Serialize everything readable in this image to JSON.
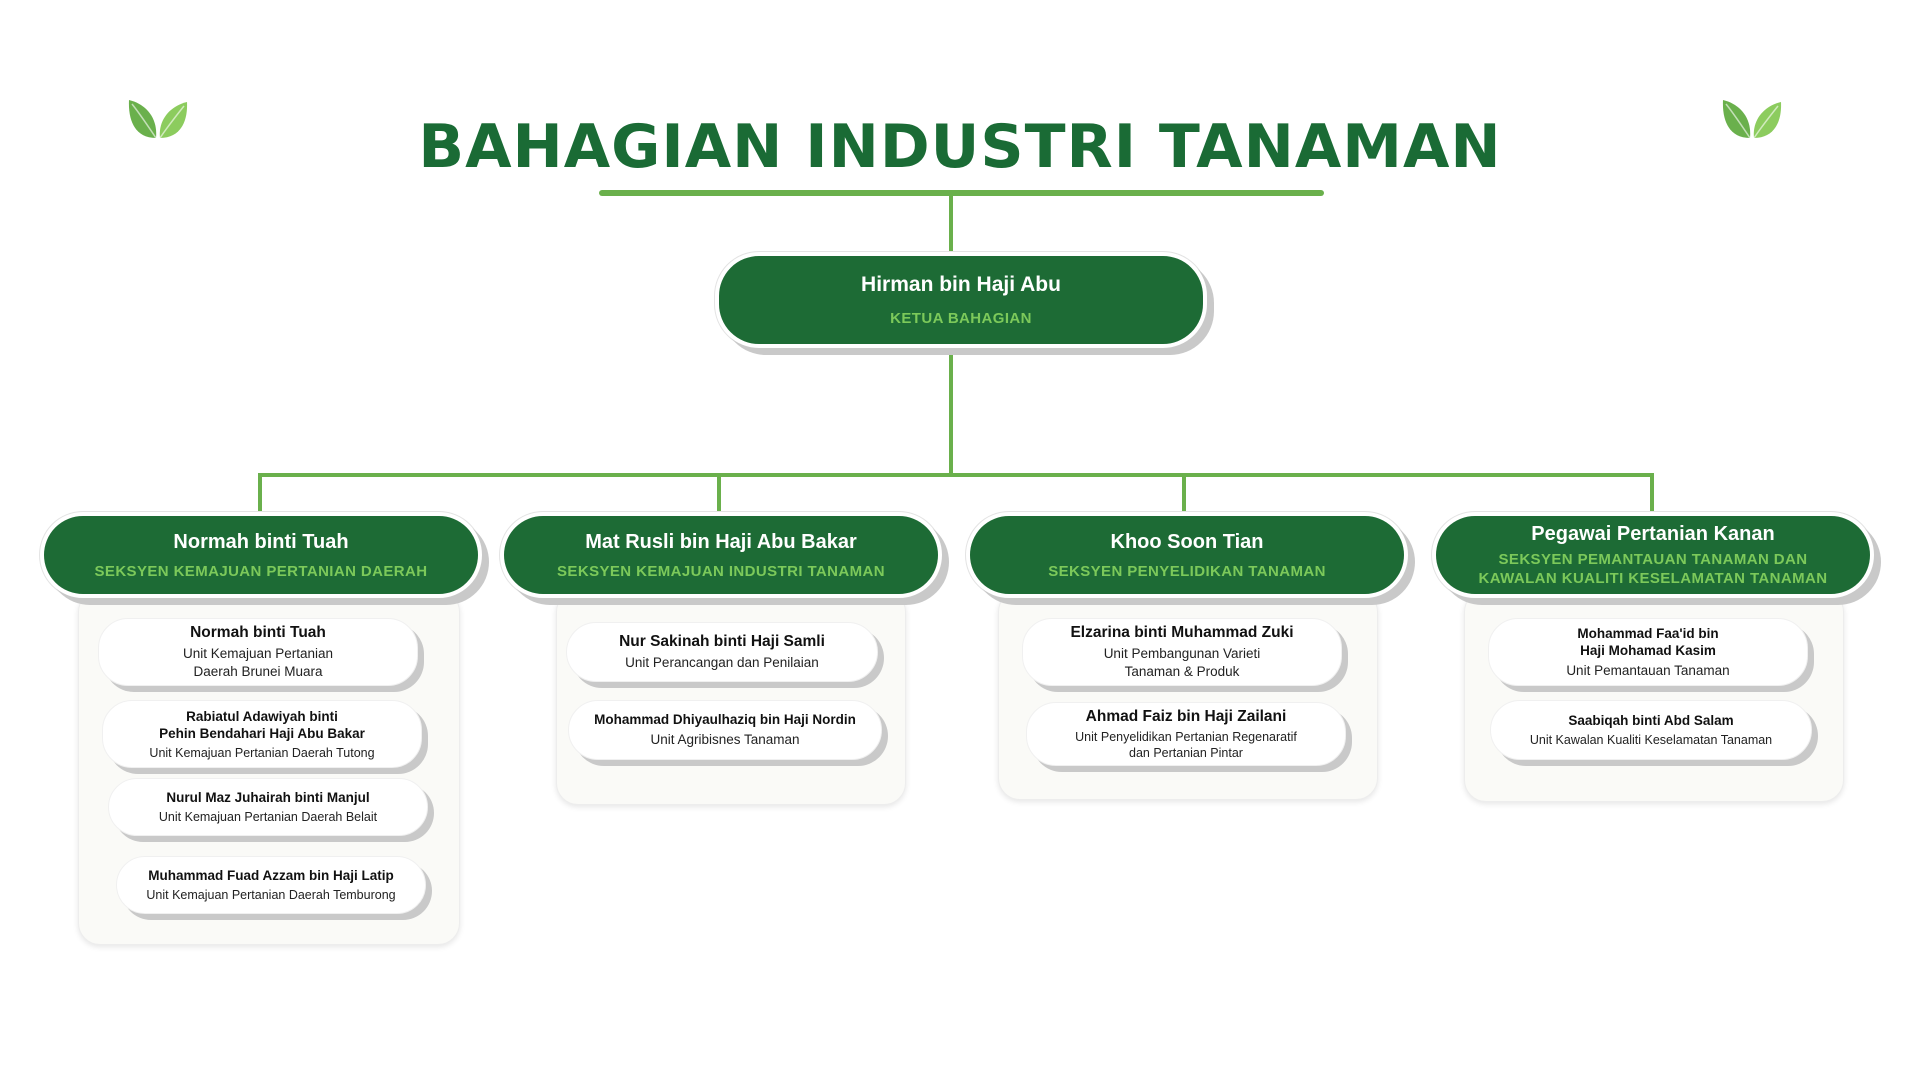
{
  "title": "BAHAGIAN INDUSTRI TANAMAN",
  "colors": {
    "primary_green": "#1d6b35",
    "accent_green": "#6ab04c",
    "role_green": "#7cc95a"
  },
  "icons": [
    "leaf-icon",
    "leaf-icon"
  ],
  "head": {
    "name": "Hirman bin Haji Abu",
    "role": "KETUA BAHAGIAN"
  },
  "sections": [
    {
      "name": "Normah binti Tuah",
      "role": "SEKSYEN KEMAJUAN PERTANIAN DAERAH",
      "members": [
        {
          "name": "Normah binti Tuah",
          "unit": "Unit Kemajuan Pertanian\nDaerah Brunei Muara"
        },
        {
          "name": "Rabiatul Adawiyah binti\nPehin Bendahari Haji Abu Bakar",
          "unit": "Unit Kemajuan Pertanian Daerah Tutong"
        },
        {
          "name": "Nurul Maz Juhairah binti Manjul",
          "unit": "Unit Kemajuan Pertanian Daerah Belait"
        },
        {
          "name": "Muhammad Fuad Azzam bin Haji Latip",
          "unit": "Unit Kemajuan Pertanian Daerah Temburong"
        }
      ]
    },
    {
      "name": "Mat Rusli bin Haji Abu Bakar",
      "role": "SEKSYEN KEMAJUAN INDUSTRI TANAMAN",
      "members": [
        {
          "name": "Nur Sakinah binti Haji Samli",
          "unit": "Unit Perancangan dan Penilaian"
        },
        {
          "name": "Mohammad Dhiyaulhaziq bin Haji Nordin",
          "unit": "Unit Agribisnes Tanaman"
        }
      ]
    },
    {
      "name": "Khoo Soon Tian",
      "role": "SEKSYEN PENYELIDIKAN TANAMAN",
      "members": [
        {
          "name": "Elzarina binti Muhammad Zuki",
          "unit": "Unit Pembangunan Varieti\nTanaman & Produk"
        },
        {
          "name": "Ahmad Faiz bin Haji Zailani",
          "unit": "Unit Penyelidikan Pertanian Regenaratif\ndan Pertanian Pintar"
        }
      ]
    },
    {
      "name": "Pegawai Pertanian Kanan",
      "role": "SEKSYEN PEMANTAUAN TANAMAN DAN\nKAWALAN KUALITI KESELAMATAN TANAMAN",
      "members": [
        {
          "name": "Mohammad Faa'id bin\nHaji Mohamad Kasim",
          "unit": "Unit Pemantauan Tanaman"
        },
        {
          "name": "Saabiqah binti Abd Salam",
          "unit": "Unit Kawalan Kualiti Keselamatan Tanaman"
        }
      ]
    }
  ]
}
